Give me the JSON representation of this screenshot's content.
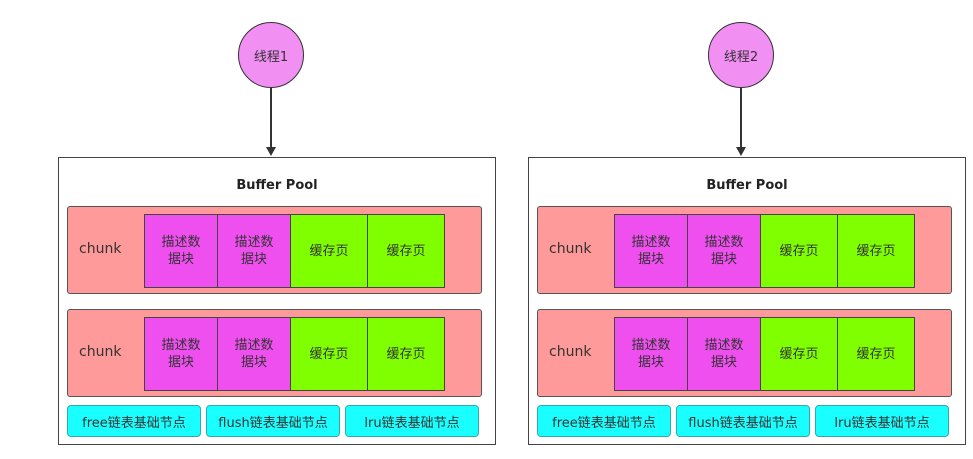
{
  "pools": [
    {
      "thread_label": "线程1",
      "title": "Buffer Pool",
      "chunks": [
        {
          "label": "chunk",
          "desc_blocks": [
            "描述数\n据块",
            "描述数\n据块"
          ],
          "pages": [
            "缓存页",
            "缓存页"
          ]
        },
        {
          "label": "chunk",
          "desc_blocks": [
            "描述数\n据块",
            "描述数\n据块"
          ],
          "pages": [
            "缓存页",
            "缓存页"
          ]
        }
      ],
      "nodes": [
        "free链表基础节点",
        "flush链表基础节点",
        "lru链表基础节点"
      ]
    },
    {
      "thread_label": "线程2",
      "title": "Buffer Pool",
      "chunks": [
        {
          "label": "chunk",
          "desc_blocks": [
            "描述数\n据块",
            "描述数\n据块"
          ],
          "pages": [
            "缓存页",
            "缓存页"
          ]
        },
        {
          "label": "chunk",
          "desc_blocks": [
            "描述数\n据块",
            "描述数\n据块"
          ],
          "pages": [
            "缓存页",
            "缓存页"
          ]
        }
      ],
      "nodes": [
        "free链表基础节点",
        "flush链表基础节点",
        "lru链表基础节点"
      ]
    }
  ]
}
